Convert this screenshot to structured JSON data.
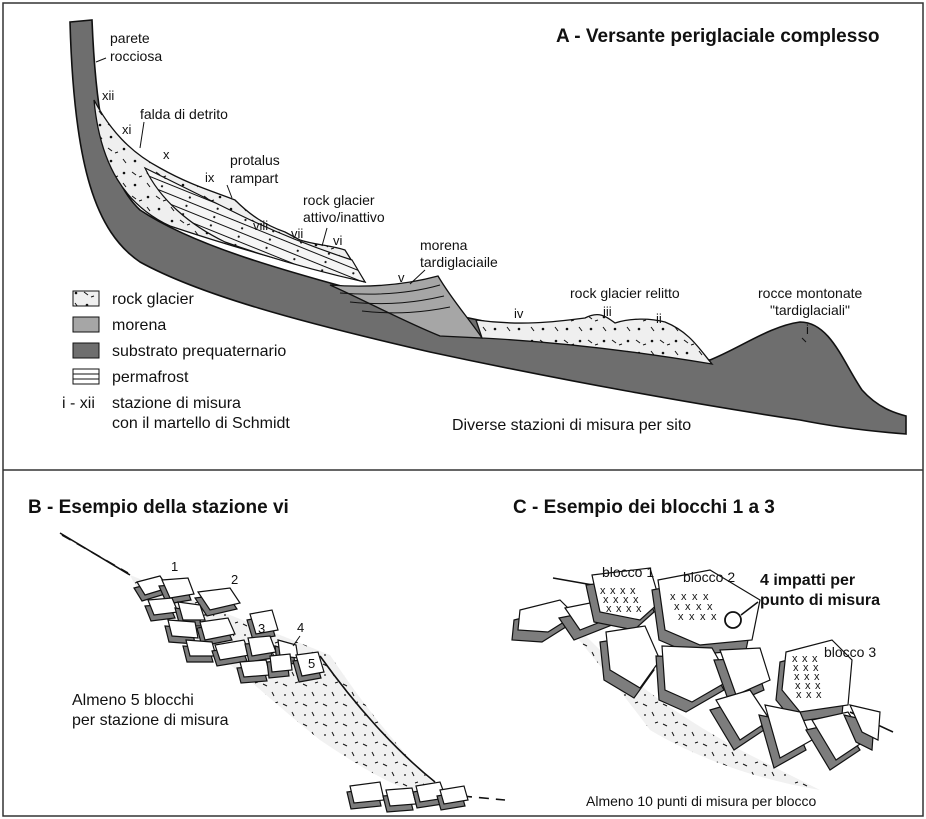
{
  "colors": {
    "substrate": "#6e6e6e",
    "moraine": "#a6a6a6",
    "debris": "#efefef",
    "block_side": "#7d7d7d",
    "line": "#111111"
  },
  "panel_a": {
    "title": "A - Versante periglaciale complesso",
    "labels": {
      "parete_1": "parete",
      "parete_2": "rocciosa",
      "falda": "falda di detrito",
      "protalus_1": "protalus",
      "protalus_2": "rampart",
      "rg_active_1": "rock glacier",
      "rg_active_2": "attivo/inattivo",
      "morena_1": "morena",
      "morena_2": "tardiglaciaile",
      "rg_relict": "rock glacier relitto",
      "rocce_1": "rocce montonate",
      "rocce_2": "\"tardiglaciali\"",
      "diverse": "Diverse stazioni di misura per sito"
    },
    "stations": [
      "xii",
      "xi",
      "x",
      "ix",
      "viii",
      "vii",
      "vi",
      "v",
      "iv",
      "iii",
      "ii",
      "i"
    ],
    "legend": [
      {
        "key": "rock-glacier",
        "label": "rock glacier"
      },
      {
        "key": "morena",
        "label": "morena"
      },
      {
        "key": "substrato",
        "label": "substrato prequaternario"
      },
      {
        "key": "permafrost",
        "label": "permafrost"
      }
    ],
    "legend_station": {
      "symbol": "i - xii",
      "line1": "stazione di misura",
      "line2": "con il martello di Schmidt"
    }
  },
  "panel_b": {
    "title": "B - Esempio della stazione vi",
    "block_numbers": [
      "1",
      "2",
      "3",
      "4",
      "5"
    ],
    "caption_1": "Almeno 5 blocchi",
    "caption_2": "per stazione di misura"
  },
  "panel_c": {
    "title": "C - Esempio dei blocchi 1 a 3",
    "blocks": [
      "blocco 1",
      "blocco 2",
      "blocco 3"
    ],
    "impacts_1": "4 impatti per",
    "impacts_2": "punto di misura",
    "caption": "Almeno 10 punti di misura per blocco"
  }
}
